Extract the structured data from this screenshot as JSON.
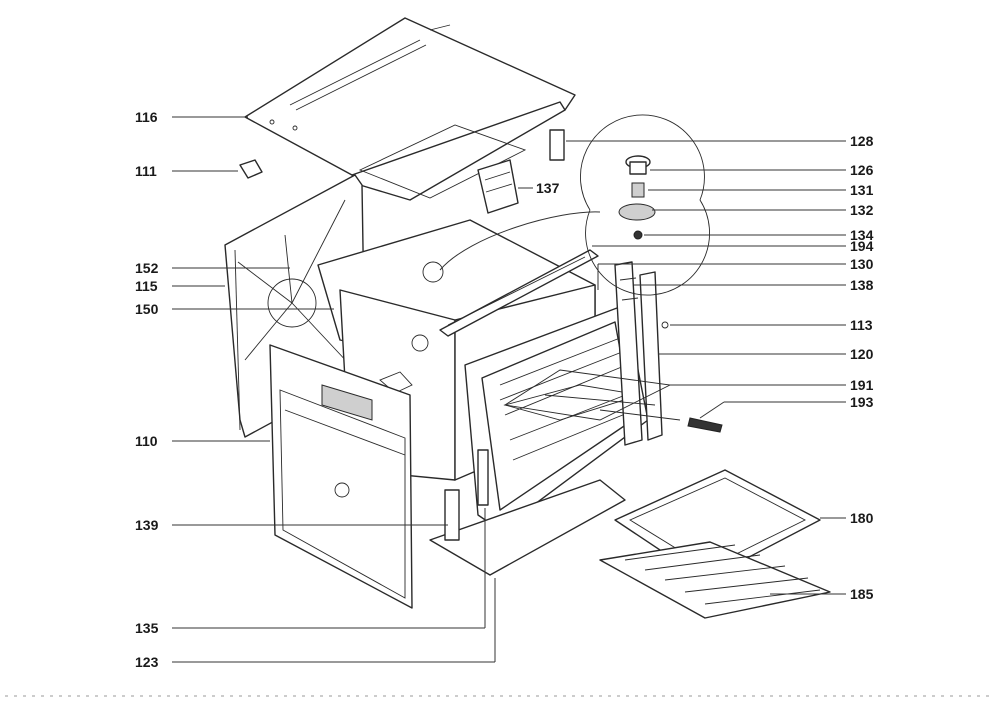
{
  "labels": [
    {
      "id": "116",
      "text": "116"
    },
    {
      "id": "111",
      "text": "111"
    },
    {
      "id": "152",
      "text": "152"
    },
    {
      "id": "115",
      "text": "115"
    },
    {
      "id": "150",
      "text": "150"
    },
    {
      "id": "110",
      "text": "110"
    },
    {
      "id": "139",
      "text": "139"
    },
    {
      "id": "135",
      "text": "135"
    },
    {
      "id": "123",
      "text": "123"
    },
    {
      "id": "128",
      "text": "128"
    },
    {
      "id": "126",
      "text": "126"
    },
    {
      "id": "131",
      "text": "131"
    },
    {
      "id": "132",
      "text": "132"
    },
    {
      "id": "134",
      "text": "134"
    },
    {
      "id": "194",
      "text": "194"
    },
    {
      "id": "130",
      "text": "130"
    },
    {
      "id": "138",
      "text": "138"
    },
    {
      "id": "113",
      "text": "113"
    },
    {
      "id": "120",
      "text": "120"
    },
    {
      "id": "191",
      "text": "191"
    },
    {
      "id": "193",
      "text": "193"
    },
    {
      "id": "180",
      "text": "180"
    },
    {
      "id": "185",
      "text": "185"
    },
    {
      "id": "137",
      "text": "137"
    }
  ]
}
